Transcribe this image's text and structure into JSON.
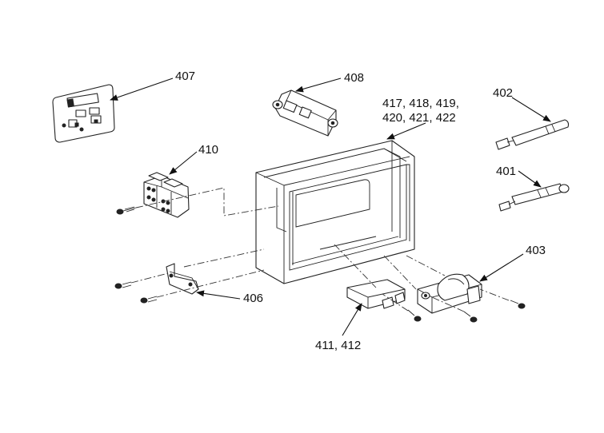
{
  "diagram": {
    "callouts": [
      {
        "id": "407",
        "text": "407"
      },
      {
        "id": "408",
        "text": "408"
      },
      {
        "id": "417-422-line1",
        "text": "417, 418, 419,"
      },
      {
        "id": "417-422-line2",
        "text": "420, 421, 422"
      },
      {
        "id": "402",
        "text": "402"
      },
      {
        "id": "410",
        "text": "410"
      },
      {
        "id": "401",
        "text": "401"
      },
      {
        "id": "403",
        "text": "403"
      },
      {
        "id": "406",
        "text": "406"
      },
      {
        "id": "411-412",
        "text": "411, 412"
      }
    ]
  }
}
